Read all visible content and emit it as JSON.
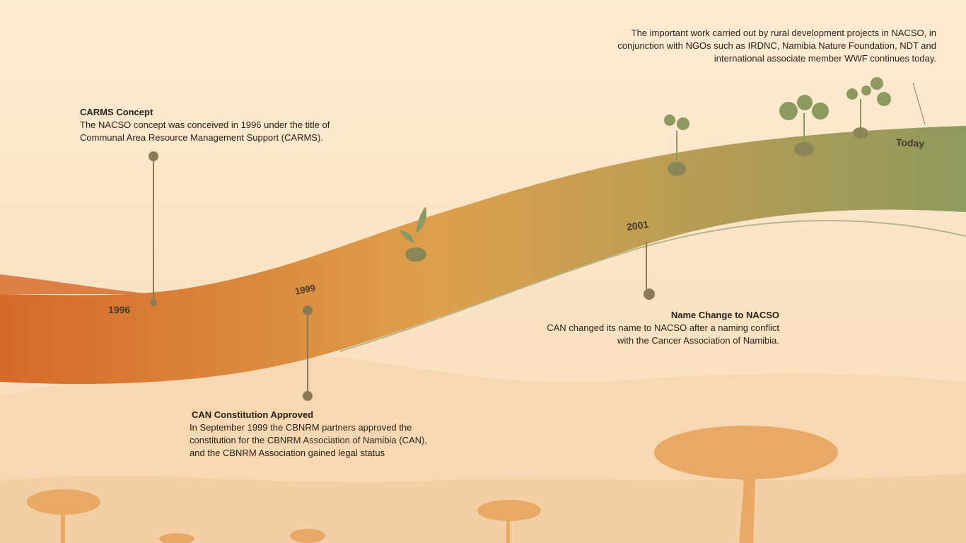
{
  "intro": {
    "text": "The important work carried out by rural development projects in NACSO, in conjunction with NGOs such as IRDNC, Namibia Nature Foundation, NDT and international associate member WWF continues today."
  },
  "events": [
    {
      "year": "1996",
      "title": "CARMS Concept",
      "body": "The NACSO concept was conceived in 1996 under the title of Communal Area Resource Management Support (CARMS)."
    },
    {
      "year": "1999",
      "title": "CAN Constitution Approved",
      "body": "In September 1999 the CBNRM partners approved the constitution for the CBNRM Association of Namibia (CAN), and the CBNRM Association gained legal status"
    },
    {
      "year": "2001",
      "title": "Name Change to NACSO",
      "body": "CAN changed its name to NACSO after a naming conflict with the Cancer Association of Namibia."
    },
    {
      "year": "Today"
    }
  ],
  "colors": {
    "ribbon_start": "#d4692a",
    "ribbon_mid": "#dea04c",
    "ribbon_end": "#8e9a5e",
    "background": "#fbe9d1"
  }
}
